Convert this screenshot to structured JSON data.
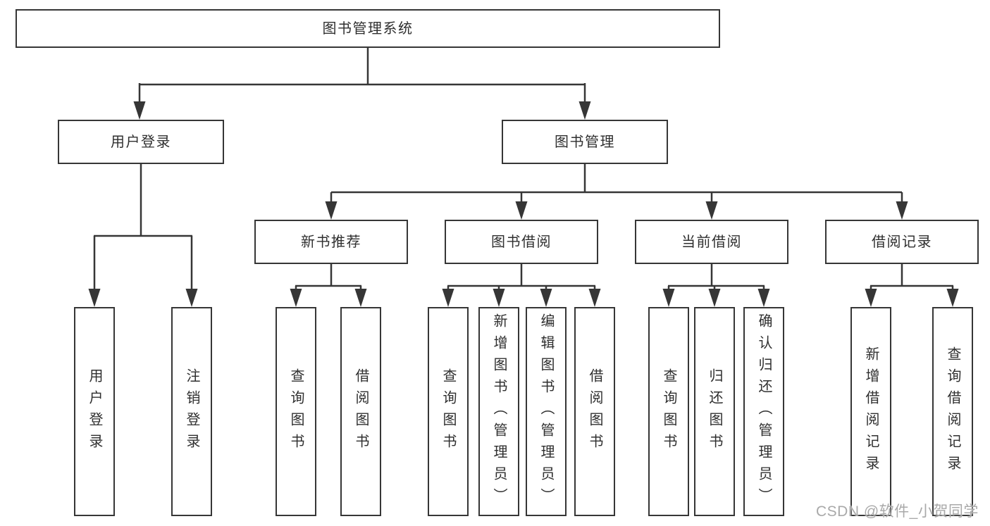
{
  "tree": {
    "root": "图书管理系统",
    "branches": {
      "user_login": "用户登录",
      "book_management": "图书管理"
    },
    "modules": {
      "new_book_recommend": "新书推荐",
      "book_borrowing": "图书借阅",
      "current_borrowing": "当前借阅",
      "borrowing_records": "借阅记录"
    },
    "leaves": {
      "user_login": "用户登录",
      "logout": "注销登录",
      "nb_query_books": "查询图书",
      "nb_borrow_books": "借阅图书",
      "bb_query_books": "查询图书",
      "bb_add_books": "新增图书（管理员）",
      "bb_edit_books": "编辑图书（管理员）",
      "bb_borrow_books": "借阅图书",
      "cb_query_books": "查询图书",
      "cb_return_books": "归还图书",
      "cb_confirm_return": "确认归还（管理员）",
      "br_add_record": "新增借阅记录",
      "br_query_record": "查询借阅记录"
    }
  },
  "watermark": {
    "text": "CSDN @软件_小贺同学"
  },
  "colors": {
    "line": "#363636",
    "text": "#2f2f2f",
    "watermark": "#a9a9a9",
    "box_fill": "#ffffff"
  }
}
